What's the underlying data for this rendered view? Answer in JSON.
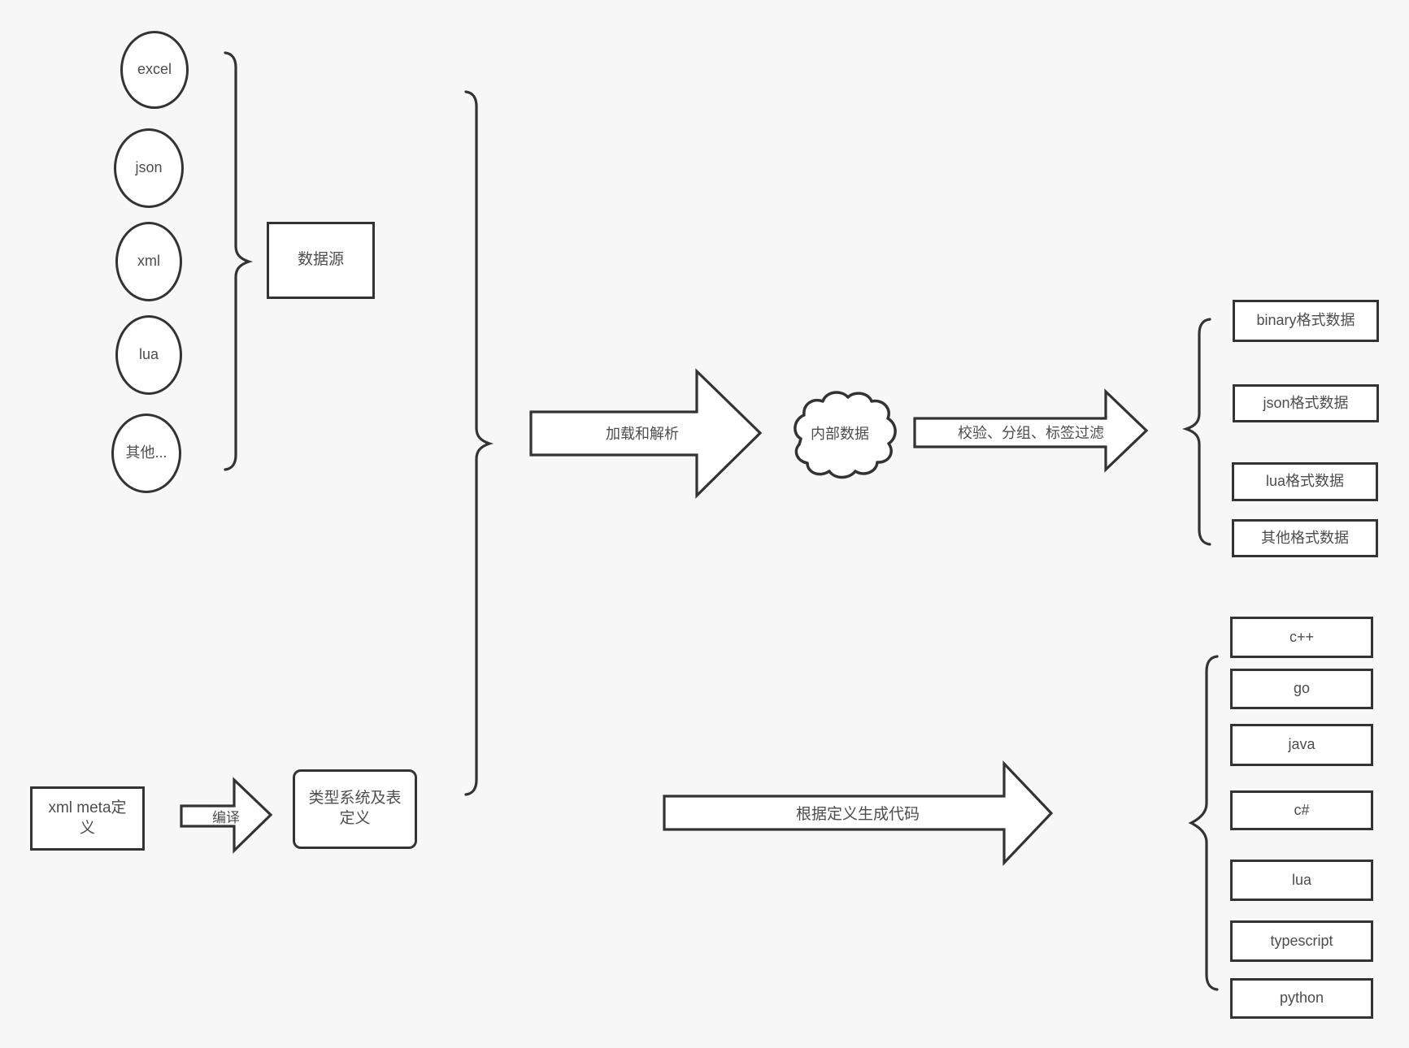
{
  "colors": {
    "background": "#f7f7f7",
    "stroke": "#333333",
    "node_fill": "#ffffff",
    "text": "#4d4d4d"
  },
  "source_nodes": [
    {
      "label": "excel"
    },
    {
      "label": "json"
    },
    {
      "label": "xml"
    },
    {
      "label": "lua"
    },
    {
      "label": "其他..."
    }
  ],
  "source_group": {
    "label": "数据源"
  },
  "pipeline": {
    "load_parse_arrow_label": "加载和解析",
    "internal_data_label": "内部数据",
    "validate_arrow_label": "校验、分组、标签过滤"
  },
  "output_formats": [
    {
      "label": "binary格式数据"
    },
    {
      "label": "json格式数据"
    },
    {
      "label": "lua格式数据"
    },
    {
      "label": "其他格式数据"
    }
  ],
  "meta_flow": {
    "xml_meta_label": "xml meta定义",
    "compile_arrow_label": "编译",
    "type_system_label": "类型系统及表定义",
    "codegen_arrow_label": "根据定义生成代码"
  },
  "languages": [
    {
      "label": "c++"
    },
    {
      "label": "go"
    },
    {
      "label": "java"
    },
    {
      "label": "c#"
    },
    {
      "label": "lua"
    },
    {
      "label": "typescript"
    },
    {
      "label": "python"
    }
  ]
}
